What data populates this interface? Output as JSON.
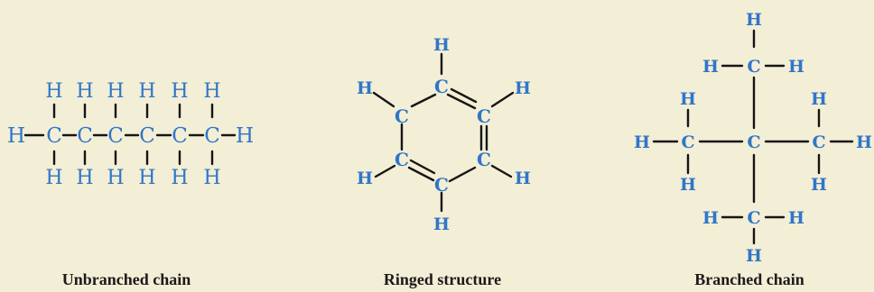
{
  "panels": [
    {
      "caption": "Unbranched chain",
      "atoms": {
        "h_top": [
          "H",
          "H",
          "H",
          "H",
          "H",
          "H"
        ],
        "carbons": [
          "C",
          "C",
          "C",
          "C",
          "C",
          "C"
        ],
        "h_bottom": [
          "H",
          "H",
          "H",
          "H",
          "H",
          "H"
        ],
        "h_left": "H",
        "h_right": "H"
      }
    },
    {
      "caption": "Ringed structure",
      "atoms": {
        "carbons": [
          "C",
          "C",
          "C",
          "C",
          "C",
          "C"
        ],
        "hydrogens": [
          "H",
          "H",
          "H",
          "H",
          "H",
          "H"
        ]
      }
    },
    {
      "caption": "Branched chain",
      "atoms": {
        "h_top": "H",
        "c_top": "C",
        "h_top_left": "H",
        "h_top_right": "H",
        "h_mid_left": "H",
        "c_left": "C",
        "h_left_up": "H",
        "h_left_down": "H",
        "c_center": "C",
        "c_right": "C",
        "h_right_up": "H",
        "h_right_down": "H",
        "h_mid_right": "H",
        "c_bottom": "C",
        "h_bottom_left": "H",
        "h_bottom_right": "H",
        "h_bottom": "H"
      }
    }
  ]
}
